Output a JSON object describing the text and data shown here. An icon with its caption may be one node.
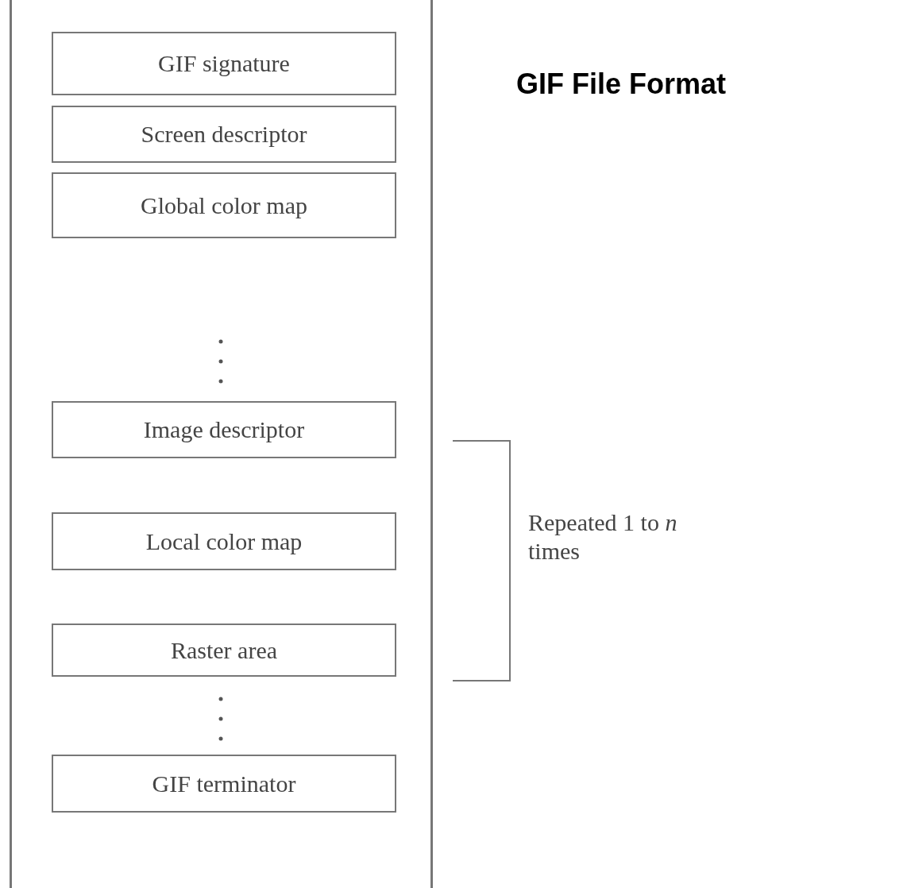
{
  "diagram": {
    "title": "GIF File Format",
    "nodes": [
      {
        "text": [],
        "shape": "box"
      },
      {
        "text": [
          "GIF signature"
        ],
        "in": 0
      },
      {
        "text": [
          "Screen descriptor"
        ],
        "in": 0
      },
      {
        "text": [
          "Global color map"
        ],
        "in": 0
      },
      {
        "text": [
          "Image descriptor"
        ],
        "in": 0
      },
      {
        "text": [
          "Local color map"
        ],
        "in": 0
      },
      {
        "text": [
          "Raster area"
        ],
        "in": 0
      },
      {
        "text": [
          "GIF terminator"
        ],
        "in": 0
      }
    ],
    "edges": [],
    "labels": [
      "Repeated 1 to *n* times"
    ]
  }
}
